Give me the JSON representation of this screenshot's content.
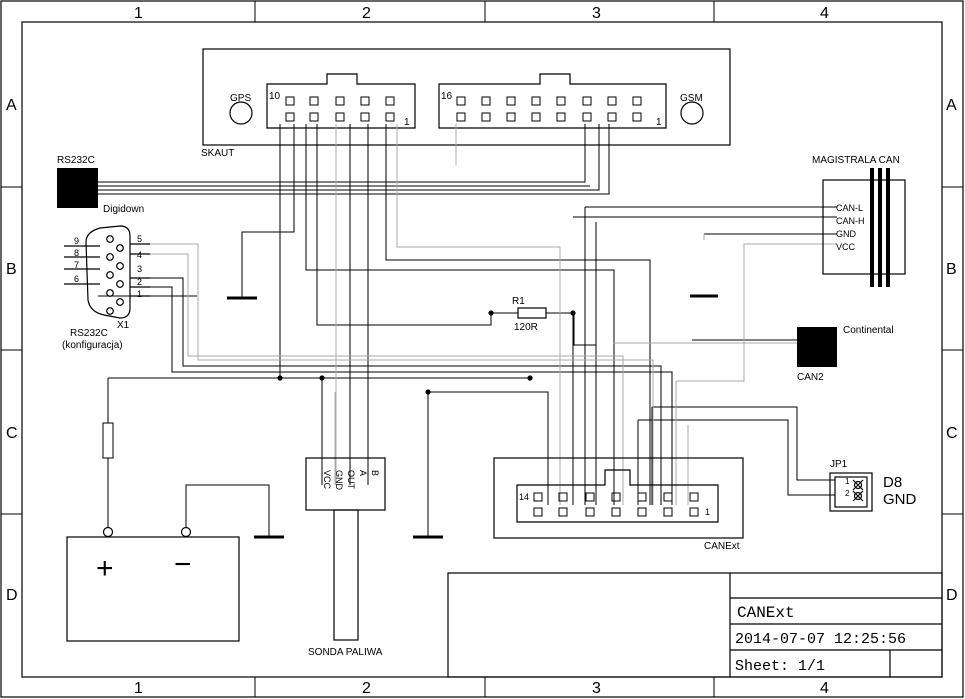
{
  "frame": {
    "columns": [
      "1",
      "2",
      "3",
      "4"
    ],
    "rows": [
      "A",
      "B",
      "C",
      "D"
    ]
  },
  "labels": {
    "skaut": "SKAUT",
    "gps": "GPS",
    "gsm": "GSM",
    "pin10": "10",
    "pin1a": "1",
    "pin16": "16",
    "pin1b": "1",
    "rs232c_top": "RS232C",
    "digidown": "Digidown",
    "magistrala": "MAGISTRALA CAN",
    "can_l": "CAN-L",
    "can_h": "CAN-H",
    "gnd_bus": "GND",
    "vcc_bus": "VCC",
    "x1": "X1",
    "rs232c": "RS232C",
    "konfiguracja": "(konfiguracja)",
    "r1": "R1",
    "r1_value": "120R",
    "continental": "Continental",
    "can2": "CAN2",
    "jp1": "JP1",
    "d8": "D8",
    "gnd_jp": "GND",
    "canext_conn": "CANExt",
    "sonda": "SONDA PALIWA",
    "pin14": "14",
    "pin1c": "1",
    "sonda_pins": [
      "VCC",
      "GND",
      "OUT",
      "A",
      "B"
    ],
    "db9_left": [
      "9",
      "8",
      "7",
      "6"
    ],
    "db9_right": [
      "5",
      "4",
      "3",
      "2",
      "1"
    ],
    "jp_pins": [
      "1",
      "2"
    ],
    "plus": "+",
    "minus": "−"
  },
  "title_block": {
    "title": "CANExt",
    "date": "2014-07-07 12:25:56",
    "sheet": "Sheet: 1/1"
  }
}
